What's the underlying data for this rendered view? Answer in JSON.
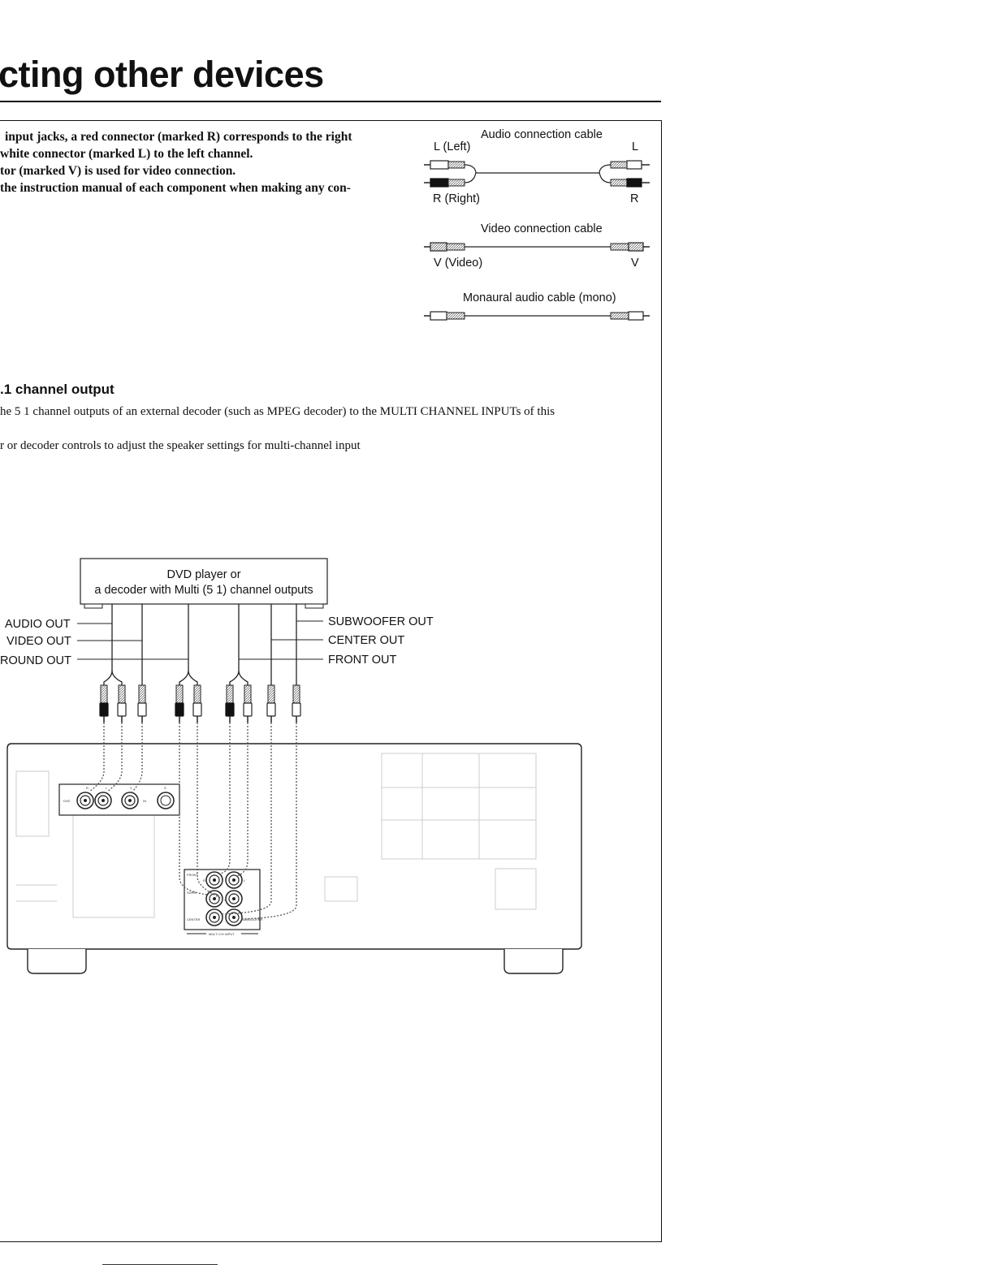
{
  "page": {
    "title": "cting other devices",
    "notes": [
      "input jacks, a red connector (marked R) corresponds to the right",
      "white connector (marked L) to the left channel.",
      "tor (marked V) is used for video connection.",
      "the instruction manual of each component when making any con-"
    ],
    "section_title": ".1 channel output",
    "body_lines": [
      "he 5 1 channel outputs of an external decoder (such as MPEG decoder) to the MULTI CHANNEL INPUTs of this",
      "r or decoder controls to adjust the speaker settings for multi-channel input"
    ]
  },
  "cables": {
    "audio_title": "Audio connection cable",
    "audio_left_top": "L (Left)",
    "audio_right_top": "L",
    "audio_left_bottom": "R (Right)",
    "audio_right_bottom": "R",
    "video_title": "Video connection cable",
    "video_left": "V (Video)",
    "video_right": "V",
    "mono_title": "Monaural audio cable (mono)"
  },
  "diagram": {
    "device_line1": "DVD player or",
    "device_line2": "a decoder with Multi (5 1) channel outputs",
    "labels_left": [
      "AUDIO OUT",
      "VIDEO OUT",
      "ROUND OUT"
    ],
    "labels_right": [
      "SUBWOOFER OUT",
      "CENTER OUT",
      "FRONT OUT"
    ],
    "panel_dvd": "DVD",
    "panel_r": "R",
    "panel_l": "L",
    "panel_v": "V",
    "panel_s": "S",
    "panel_in": "IN",
    "multi_front": "FRONT",
    "multi_surr": "SURR",
    "multi_center": "CENTER",
    "multi_sub": "SUBWOOFER",
    "multi_r": "R",
    "multi_l": "L",
    "multi_title": "MULTI CH INPUT"
  }
}
